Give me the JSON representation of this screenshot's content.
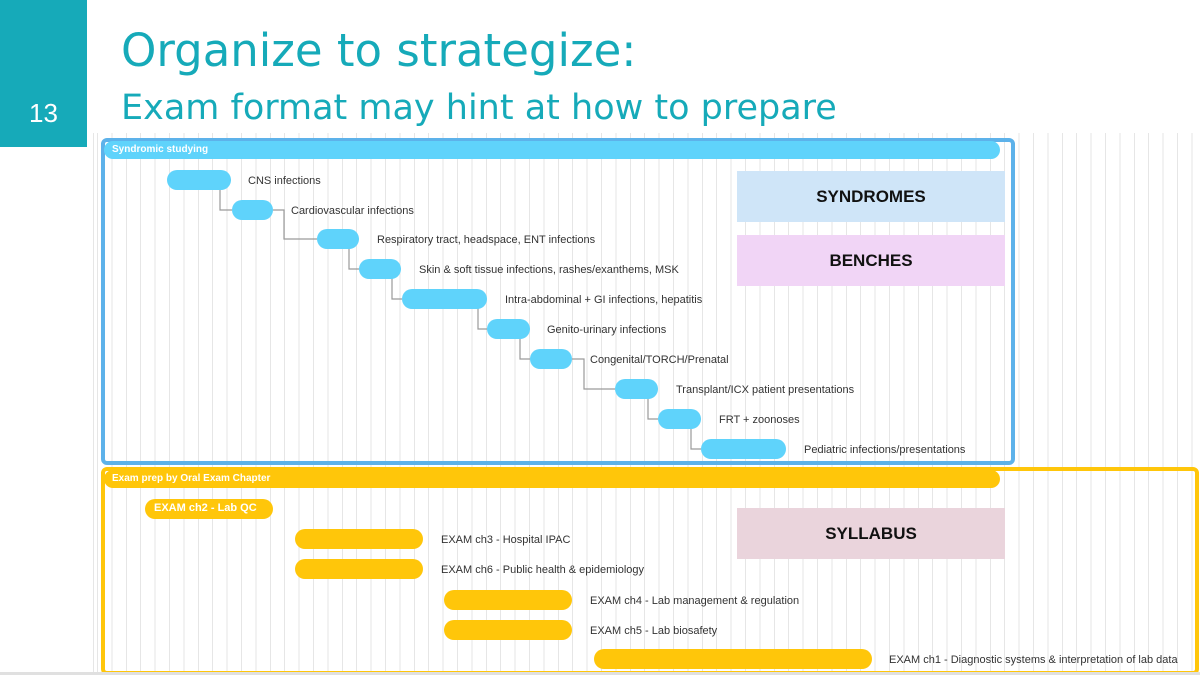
{
  "slide": {
    "number": "13",
    "title": "Organize to strategize:",
    "subtitle": "Exam format may hint at how to prepare"
  },
  "colors": {
    "accent": "#16aab9",
    "syndromic_bar": "#5fd3fb",
    "syndromic_border": "#5db2ea",
    "exam_bar": "#ffc60a",
    "syndromes_legend": "#cfe5f8",
    "benches_legend": "#f1d5f6",
    "syllabus_legend": "#ead4dc"
  },
  "groups": {
    "syndromic": {
      "header": "Syndromic studying",
      "tasks": [
        {
          "label": "CNS infections"
        },
        {
          "label": "Cardiovascular infections"
        },
        {
          "label": "Respiratory tract, headspace, ENT infections"
        },
        {
          "label": "Skin & soft tissue infections, rashes/exanthems, MSK"
        },
        {
          "label": "Intra-abdominal + GI infections, hepatitis"
        },
        {
          "label": "Genito-urinary infections"
        },
        {
          "label": "Congenital/TORCH/Prenatal"
        },
        {
          "label": "Transplant/ICX patient presentations"
        },
        {
          "label": "FRT + zoonoses"
        },
        {
          "label": "Pediatric infections/presentations"
        }
      ]
    },
    "exam": {
      "header": "Exam prep by Oral Exam Chapter",
      "tasks": [
        {
          "label": "EXAM ch2 - Lab QC"
        },
        {
          "label": "EXAM ch3 - Hospital IPAC"
        },
        {
          "label": "EXAM ch6 - Public health & epidemiology"
        },
        {
          "label": "EXAM ch4 - Lab management & regulation"
        },
        {
          "label": "EXAM ch5 - Lab biosafety"
        },
        {
          "label": "EXAM ch1 - Diagnostic systems & interpretation of lab data"
        }
      ]
    }
  },
  "legend": {
    "syndromes": "SYNDROMES",
    "benches": "BENCHES",
    "syllabus": "SYLLABUS"
  }
}
